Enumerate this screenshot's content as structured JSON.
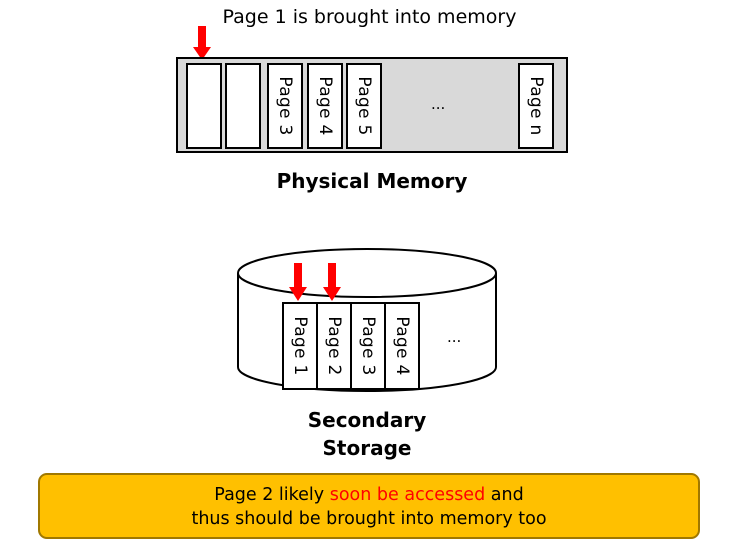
{
  "caption": "Page 1 is brought into memory",
  "physical_memory": {
    "title": "Physical Memory",
    "slots": [
      "",
      "",
      "Page 3",
      "Page 4",
      "Page 5"
    ],
    "ellipsis": "...",
    "last_slot": "Page n"
  },
  "secondary_storage": {
    "title_line1": "Secondary",
    "title_line2": "Storage",
    "pages": [
      "Page 1",
      "Page 2",
      "Page 3",
      "Page 4"
    ],
    "ellipsis": "..."
  },
  "note": {
    "line1_pre": "Page 2 likely ",
    "line1_highlight": "soon be accessed",
    "line1_post": " and",
    "line2": "thus should be brought into memory too"
  },
  "colors": {
    "arrow": "#ff0000",
    "memory_fill": "#d9d9d9",
    "note_fill": "#ffc000",
    "highlight": "#ff0000"
  }
}
